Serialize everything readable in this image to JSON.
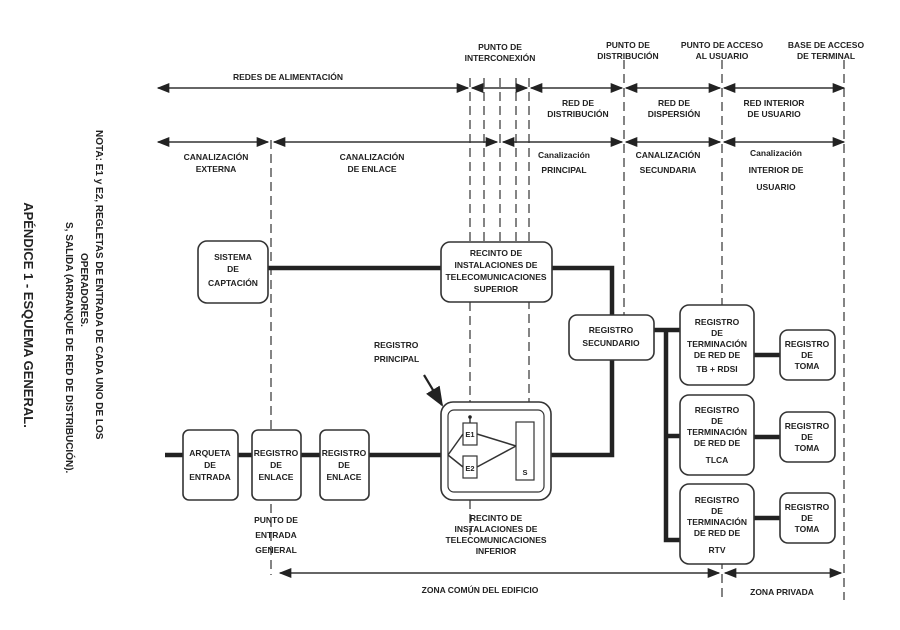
{
  "title": "APÉNDICE 1 - ESQUEMA GENERAL.",
  "note": {
    "line1": "NOTA:   E1 y E2, REGLETAS DE ENTRADA DE CADA UNO DE LOS",
    "line2": "OPERADORES.",
    "line3": "S, SALIDA (ARRANQUE DE RED DE DISTRIBUCIÓN)."
  },
  "top_points": {
    "interconexion": [
      "PUNTO DE",
      "INTERCONEXIÓN"
    ],
    "distribucion": [
      "PUNTO DE",
      "DISTRIBUCIÓN"
    ],
    "acceso": [
      "PUNTO DE ACCESO",
      "AL USUARIO"
    ],
    "base": [
      "BASE DE ACCESO",
      "DE TERMINAL"
    ]
  },
  "networks": {
    "alimentacion": "REDES  DE  ALIMENTACIÓN",
    "distribucion": [
      "RED DE",
      "DISTRIBUCIÓN"
    ],
    "dispersion": [
      "RED DE",
      "DISPERSIÓN"
    ],
    "interior": [
      "RED INTERIOR",
      "DE USUARIO"
    ]
  },
  "canalizaciones": {
    "externa": [
      "CANALIZACIÓN",
      "EXTERNA"
    ],
    "enlace": [
      "CANALIZACIÓN",
      "DE ENLACE"
    ],
    "principal": [
      "Canalización",
      "PRINCIPAL"
    ],
    "secundaria": [
      "CANALIZACIÓN",
      "SECUNDARIA"
    ],
    "interior": [
      "Canalización",
      "INTERIOR DE",
      "USUARIO"
    ]
  },
  "boxes": {
    "sistema": [
      "SISTEMA",
      "DE",
      "CAPTACIÓN"
    ],
    "rits": [
      "RECINTO DE",
      "INSTALACIONES DE",
      "TELECOMUNICACIONES",
      "SUPERIOR"
    ],
    "registro_secundario": [
      "REGISTRO",
      "SECUNDARIO"
    ],
    "arqueta": [
      "ARQUETA",
      "DE",
      "ENTRADA"
    ],
    "registro_enlace_1": [
      "REGISTRO",
      "DE",
      "ENLACE"
    ],
    "registro_enlace_2": [
      "REGISTRO",
      "DE",
      "ENLACE"
    ],
    "e1": "E1",
    "e2": "E2",
    "s": "S",
    "term_tb": [
      "REGISTRO",
      "DE",
      "TERMINACIÓN",
      "DE RED DE",
      "TB + RDSI"
    ],
    "term_tlca": [
      "REGISTRO",
      "DE",
      "TERMINACIÓN",
      "DE RED DE",
      "TLCA"
    ],
    "term_rtv": [
      "REGISTRO",
      "DE",
      "TERMINACIÓN",
      "DE RED DE",
      "RTV"
    ],
    "toma_1": [
      "REGISTRO",
      "DE",
      "TOMA"
    ],
    "toma_2": [
      "REGISTRO",
      "DE",
      "TOMA"
    ],
    "toma_3": [
      "REGISTRO",
      "DE",
      "TOMA"
    ]
  },
  "labels": {
    "registro_principal": [
      "REGISTRO",
      "PRINCIPAL"
    ],
    "riti": [
      "RECINTO DE",
      "INSTALACIONES DE",
      "TELECOMUNICACIONES",
      "INFERIOR"
    ],
    "punto_entrada": [
      "PUNTO DE",
      "ENTRADA",
      "GENERAL"
    ]
  },
  "zones": {
    "comun": "ZONA COMÚN DEL EDIFICIO",
    "privada": "ZONA PRIVADA"
  }
}
